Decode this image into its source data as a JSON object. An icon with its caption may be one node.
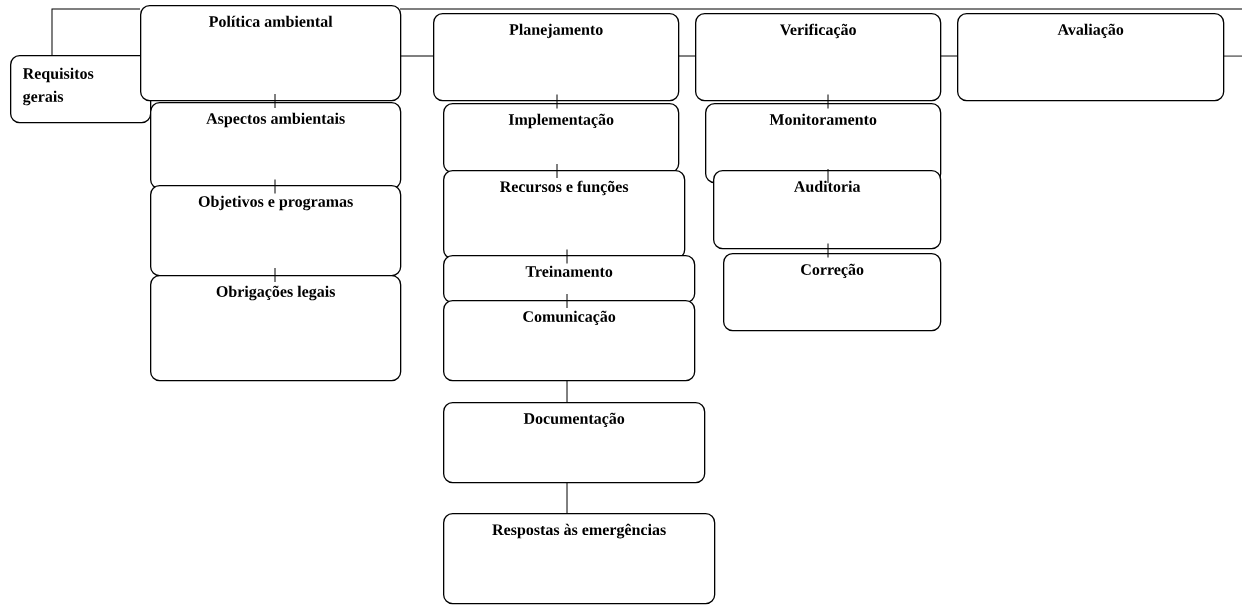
{
  "diagram": {
    "nodes": [
      {
        "text": [
          "Requisitos gerais"
        ]
      },
      {
        "text": [
          "Política ambiental"
        ]
      },
      {
        "text": [
          "Aspectos ambientais"
        ]
      },
      {
        "text": [
          "Objetivos e programas"
        ]
      },
      {
        "text": [
          "Obrigações legais"
        ]
      },
      {
        "text": [
          "Planejamento"
        ]
      },
      {
        "text": [
          "Implementação"
        ]
      },
      {
        "text": [
          "Recursos e funções"
        ]
      },
      {
        "text": [
          "Treinamento"
        ]
      },
      {
        "text": [
          "Comunicação"
        ]
      },
      {
        "text": [
          "Documentação"
        ]
      },
      {
        "text": [
          "Respostas às emergências"
        ]
      },
      {
        "text": [
          "Verificação"
        ]
      },
      {
        "text": [
          "Monitoramento"
        ]
      },
      {
        "text": [
          "Auditoria"
        ]
      },
      {
        "text": [
          "Correção"
        ]
      },
      {
        "text": [
          "Avaliação"
        ]
      }
    ],
    "edges": [
      {
        "from": 0,
        "to": 1,
        "arrow": "none"
      },
      {
        "from": 1,
        "to": null,
        "arrow": "none"
      },
      {
        "from": 1,
        "to": 5,
        "arrow": "none"
      },
      {
        "from": 5,
        "to": 12,
        "arrow": "none"
      },
      {
        "from": 12,
        "to": 16,
        "arrow": "none"
      },
      {
        "from": 16,
        "to": null,
        "arrow": "none"
      },
      {
        "from": 1,
        "to": 2,
        "arrow": "none"
      },
      {
        "from": 2,
        "to": 3,
        "arrow": "none"
      },
      {
        "from": 3,
        "to": 4,
        "arrow": "none"
      },
      {
        "from": 5,
        "to": 6,
        "arrow": "none"
      },
      {
        "from": 6,
        "to": 7,
        "arrow": "none"
      },
      {
        "from": 7,
        "to": 8,
        "arrow": "none"
      },
      {
        "from": 8,
        "to": 9,
        "arrow": "none"
      },
      {
        "from": 9,
        "to": 10,
        "arrow": "none"
      },
      {
        "from": 10,
        "to": 11,
        "arrow": "none"
      },
      {
        "from": 12,
        "to": 13,
        "arrow": "none"
      },
      {
        "from": 13,
        "to": 14,
        "arrow": "none"
      },
      {
        "from": 14,
        "to": 15,
        "arrow": "none"
      }
    ]
  }
}
